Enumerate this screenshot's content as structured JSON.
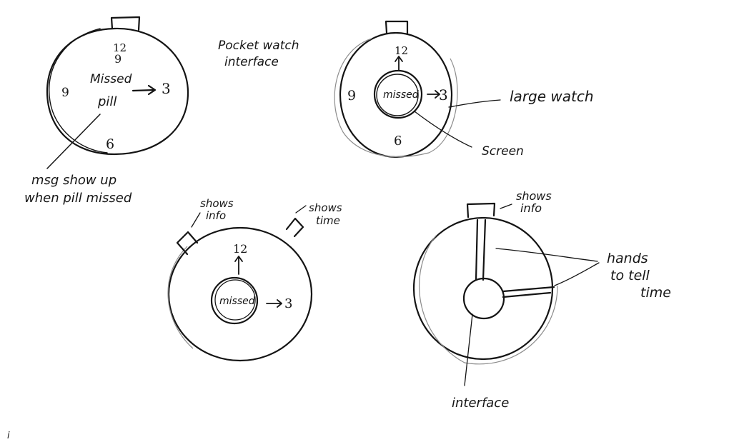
{
  "sketch1": {
    "title_line1": "Pocket watch",
    "title_line2": "interface",
    "num_12": "12",
    "num_9": "9",
    "num_3": "3",
    "num_6": "6",
    "msg_line1": "Missed",
    "msg_line2": "pill",
    "note_line1": "msg show up",
    "note_line2": "when pill missed"
  },
  "sketch2": {
    "num_12": "12",
    "num_9": "9",
    "num_3": "3",
    "num_6": "6",
    "screen_text": "missed",
    "label_large": "large watch",
    "label_screen": "Screen"
  },
  "sketch3": {
    "num_12": "12",
    "num_3": "3",
    "screen_text": "missed",
    "label_info_1": "shows",
    "label_info_2": "info",
    "label_time_1": "shows",
    "label_time_2": "time"
  },
  "sketch4": {
    "label_info_1": "shows",
    "label_info_2": "info",
    "label_hands_1": "hands",
    "label_hands_2": "to tell",
    "label_hands_3": "time",
    "label_interface": "interface"
  },
  "footer_mark": "i"
}
